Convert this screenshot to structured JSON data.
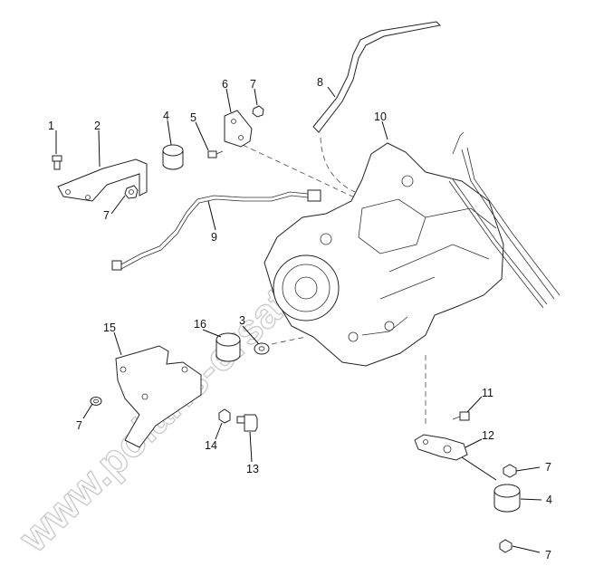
{
  "watermark": "www.polaris-ersatzteile.de",
  "callouts": [
    {
      "id": "1",
      "label": "1"
    },
    {
      "id": "2",
      "label": "2"
    },
    {
      "id": "3",
      "label": "3"
    },
    {
      "id": "4a",
      "label": "4"
    },
    {
      "id": "4b",
      "label": "4"
    },
    {
      "id": "5",
      "label": "5"
    },
    {
      "id": "6",
      "label": "6"
    },
    {
      "id": "7a",
      "label": "7"
    },
    {
      "id": "7b",
      "label": "7"
    },
    {
      "id": "7c",
      "label": "7"
    },
    {
      "id": "7d",
      "label": "7"
    },
    {
      "id": "7e",
      "label": "7"
    },
    {
      "id": "8",
      "label": "8"
    },
    {
      "id": "9",
      "label": "9"
    },
    {
      "id": "10",
      "label": "10"
    },
    {
      "id": "11",
      "label": "11"
    },
    {
      "id": "12",
      "label": "12"
    },
    {
      "id": "13",
      "label": "13"
    },
    {
      "id": "14",
      "label": "14"
    },
    {
      "id": "15",
      "label": "15"
    },
    {
      "id": "16",
      "label": "16"
    }
  ]
}
